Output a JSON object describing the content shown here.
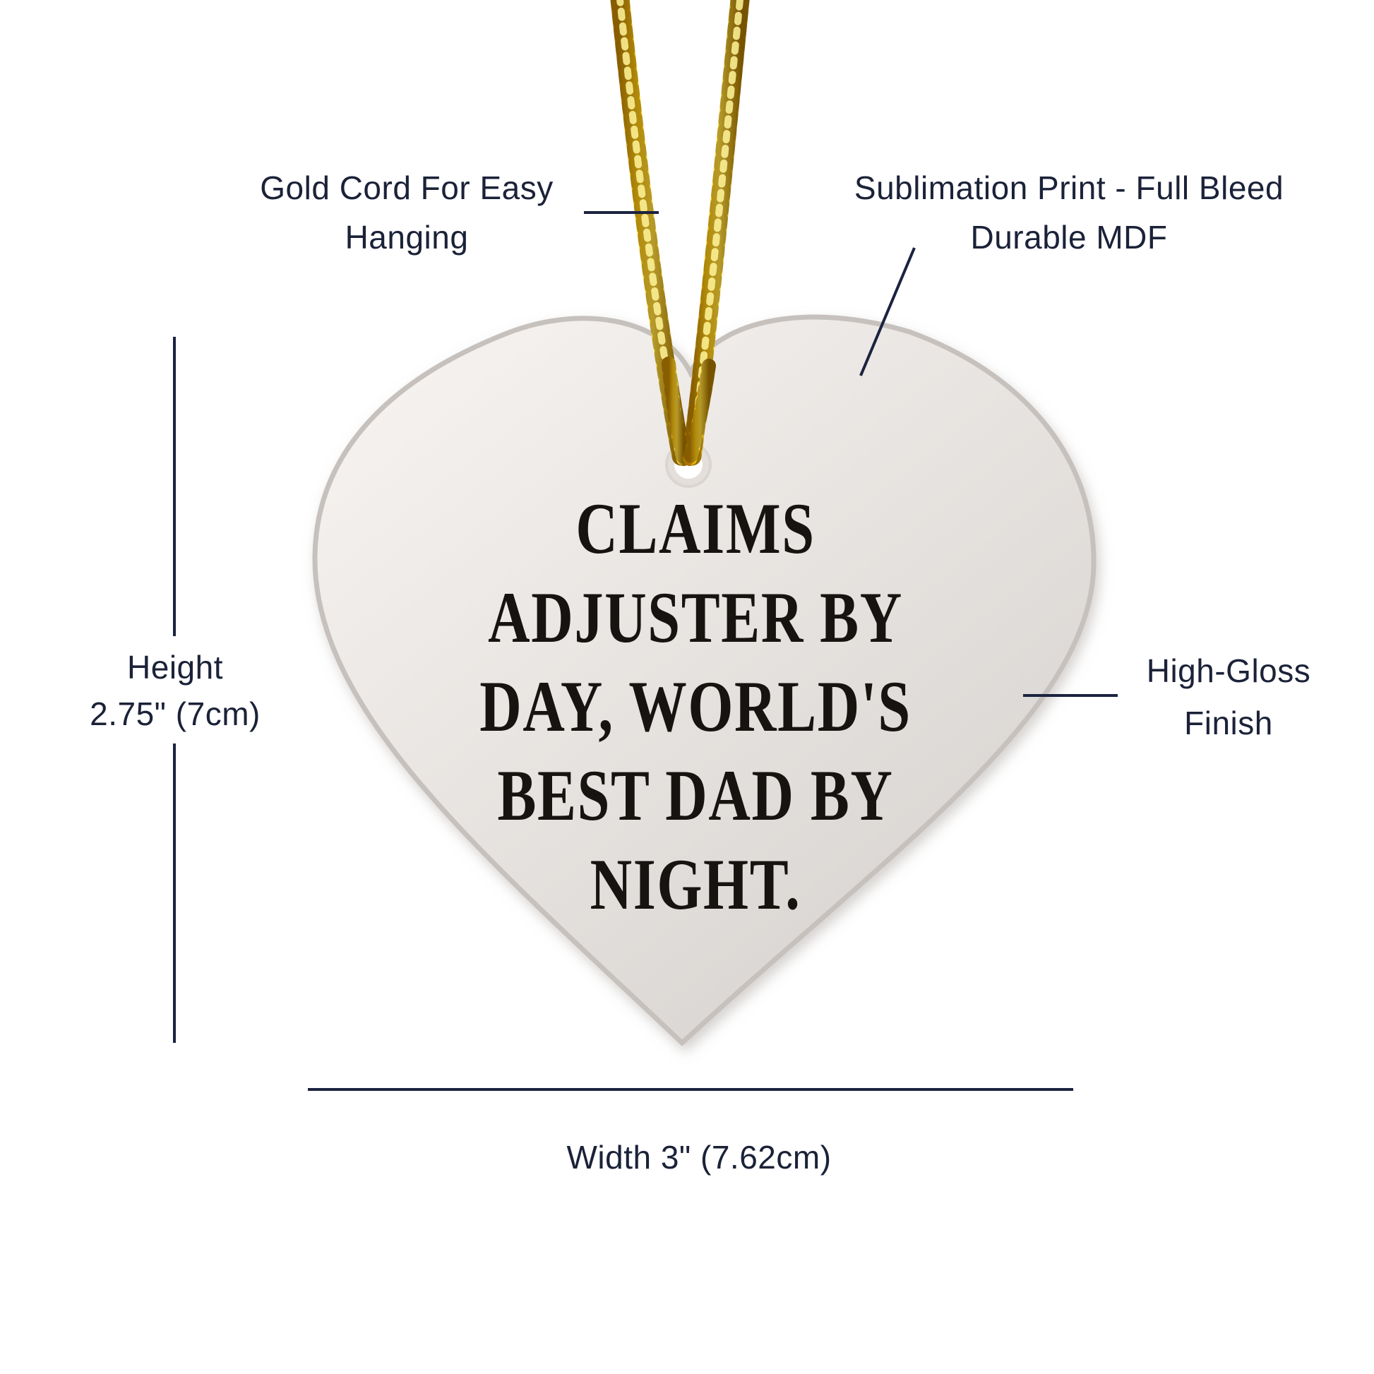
{
  "ornament": {
    "full_text": "CLAIMS ADJUSTER BY DAY, WORLD'S BEST DAD BY NIGHT.",
    "lines": [
      "CLAIMS",
      "ADJUSTER BY",
      "DAY, WORLD'S",
      "BEST DAD BY",
      "NIGHT."
    ]
  },
  "annotations": {
    "gold_cord": {
      "line1": "Gold Cord For Easy",
      "line2": "Hanging"
    },
    "sublimation": {
      "line1": "Sublimation Print - Full Bleed",
      "line2": "Durable MDF"
    },
    "height": {
      "line1": "Height",
      "line2": "2.75\" (7cm)"
    },
    "high_gloss": {
      "line1": "High-Gloss",
      "line2": "Finish"
    },
    "width": {
      "label": "Width 3\" (7.62cm)"
    }
  },
  "colors": {
    "background": "#ffffff",
    "label_text": "#1b2238",
    "pointer_line": "#1b2340",
    "ornament_text": "#171311",
    "heart_light": "#f8f5f3",
    "heart_mid": "#e9e5e2",
    "heart_dark": "#d5d1ce",
    "heart_edge": "#c6c1bd",
    "cord_gold": "#ffd93e",
    "cord_gold_dark": "#5f4300",
    "hole_white": "#ffffff"
  }
}
